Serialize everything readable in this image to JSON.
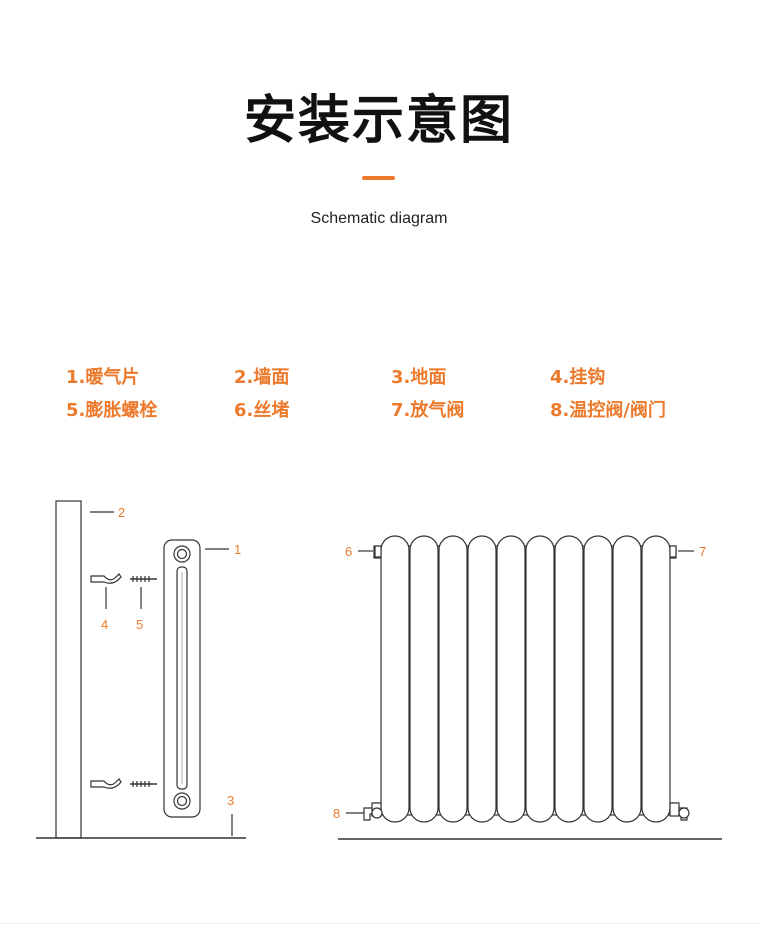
{
  "header": {
    "title": "安装示意图",
    "subtitle": "Schematic diagram"
  },
  "legend": [
    "1.暖气片",
    "2.墙面",
    "3.地面",
    "4.挂钩",
    "5.膨胀螺栓",
    "6.丝堵",
    "7.放气阀",
    "8.温控阀/阀门"
  ],
  "callouts": {
    "side": [
      "1",
      "2",
      "3",
      "4",
      "5"
    ],
    "front": [
      "6",
      "7",
      "8"
    ]
  },
  "colors": {
    "accent": "#ec7a2c",
    "line": "#333333",
    "text": "#111111"
  }
}
